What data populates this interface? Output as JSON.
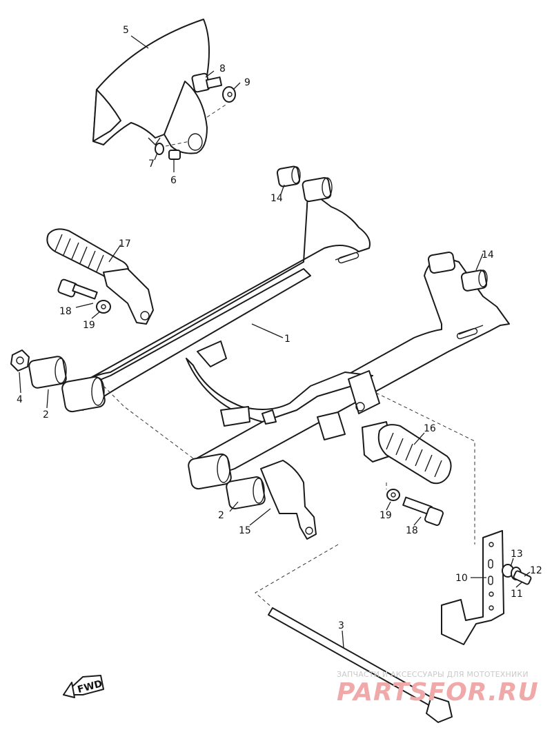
{
  "callouts": {
    "n1": "1",
    "n2a": "2",
    "n2b": "2",
    "n3": "3",
    "n4": "4",
    "n5": "5",
    "n6": "6",
    "n7": "7",
    "n8": "8",
    "n9": "9",
    "n10": "10",
    "n11": "11",
    "n12": "12",
    "n13": "13",
    "n14a": "14",
    "n14b": "14",
    "n15": "15",
    "n16": "16",
    "n17": "17",
    "n18a": "18",
    "n18b": "18",
    "n19a": "19",
    "n19b": "19"
  },
  "fwd_label": "FWD",
  "watermark": {
    "caption": "ЗАПЧАСТИ И АКСЕССУАРЫ ДЛЯ МОТОТЕХНИКИ",
    "logo": "PARTSFOR.RU"
  },
  "icons": [
    "fwd-arrow-icon"
  ]
}
